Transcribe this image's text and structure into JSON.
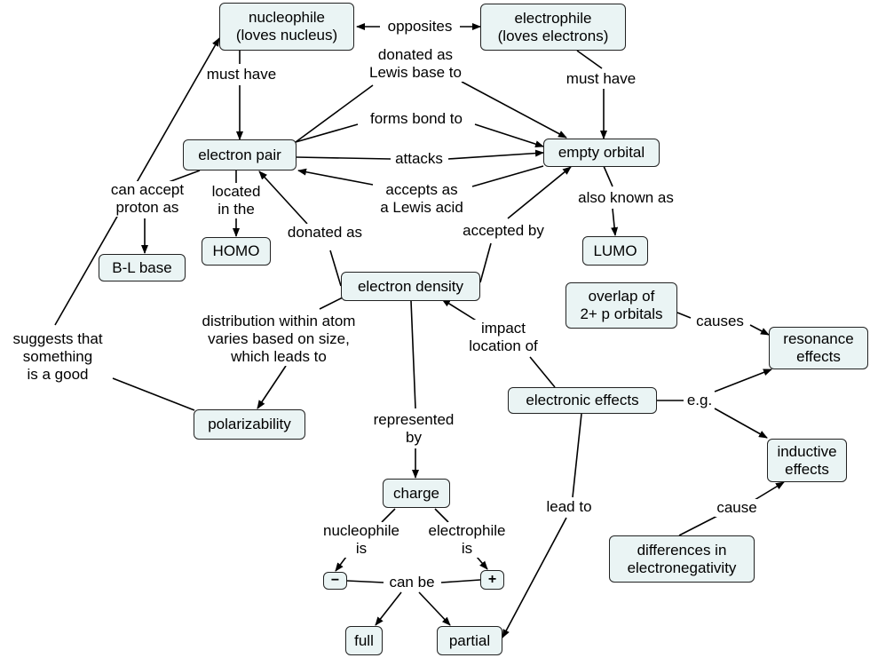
{
  "nodes": {
    "nucleophile": [
      "nucleophile",
      "(loves nucleus)"
    ],
    "electrophile": [
      "electrophile",
      "(loves electrons)"
    ],
    "electron_pair": [
      "electron pair"
    ],
    "empty_orbital": [
      "empty orbital"
    ],
    "bl_base": [
      "B-L base"
    ],
    "homo": [
      "HOMO"
    ],
    "lumo": [
      "LUMO"
    ],
    "electron_density": [
      "electron density"
    ],
    "overlap": [
      "overlap of",
      "2+ p orbitals"
    ],
    "resonance": [
      "resonance",
      "effects"
    ],
    "polarizability": [
      "polarizability"
    ],
    "electronic_effects": [
      "electronic effects"
    ],
    "inductive": [
      "inductive",
      "effects"
    ],
    "charge": [
      "charge"
    ],
    "differences": [
      "differences in",
      "electronegativity"
    ],
    "minus": [
      "−"
    ],
    "plus": [
      "+"
    ],
    "full": [
      "full"
    ],
    "partial": [
      "partial"
    ]
  },
  "links": {
    "opposites": [
      "opposites"
    ],
    "must_have_nuc": [
      "must have"
    ],
    "donated_lewis": [
      "donated as",
      "Lewis base to"
    ],
    "must_have_elec": [
      "must have"
    ],
    "forms_bond": [
      "forms bond to"
    ],
    "attacks": [
      "attacks"
    ],
    "accepts_lewis": [
      "accepts as",
      "a Lewis acid"
    ],
    "can_accept": [
      "can accept",
      "proton as"
    ],
    "located": [
      "located",
      "in the"
    ],
    "also_known": [
      "also known as"
    ],
    "donated_as": [
      "donated as"
    ],
    "accepted_by": [
      "accepted by"
    ],
    "causes": [
      "causes"
    ],
    "distribution": [
      "distribution within atom",
      "varies based on size,",
      "which leads to"
    ],
    "impact": [
      "impact",
      "location of"
    ],
    "suggests": [
      "suggests that",
      "something",
      "is a good"
    ],
    "eg": [
      "e.g."
    ],
    "represented": [
      "represented",
      "by"
    ],
    "lead_to": [
      "lead to"
    ],
    "cause": [
      "cause"
    ],
    "nucleophile_is": [
      "nucleophile",
      "is"
    ],
    "electrophile_is": [
      "electrophile",
      "is"
    ],
    "can_be": [
      "can be"
    ]
  },
  "colors": {
    "node_fill": "#eaf4f4",
    "node_border": "#222222",
    "line": "#000000"
  }
}
